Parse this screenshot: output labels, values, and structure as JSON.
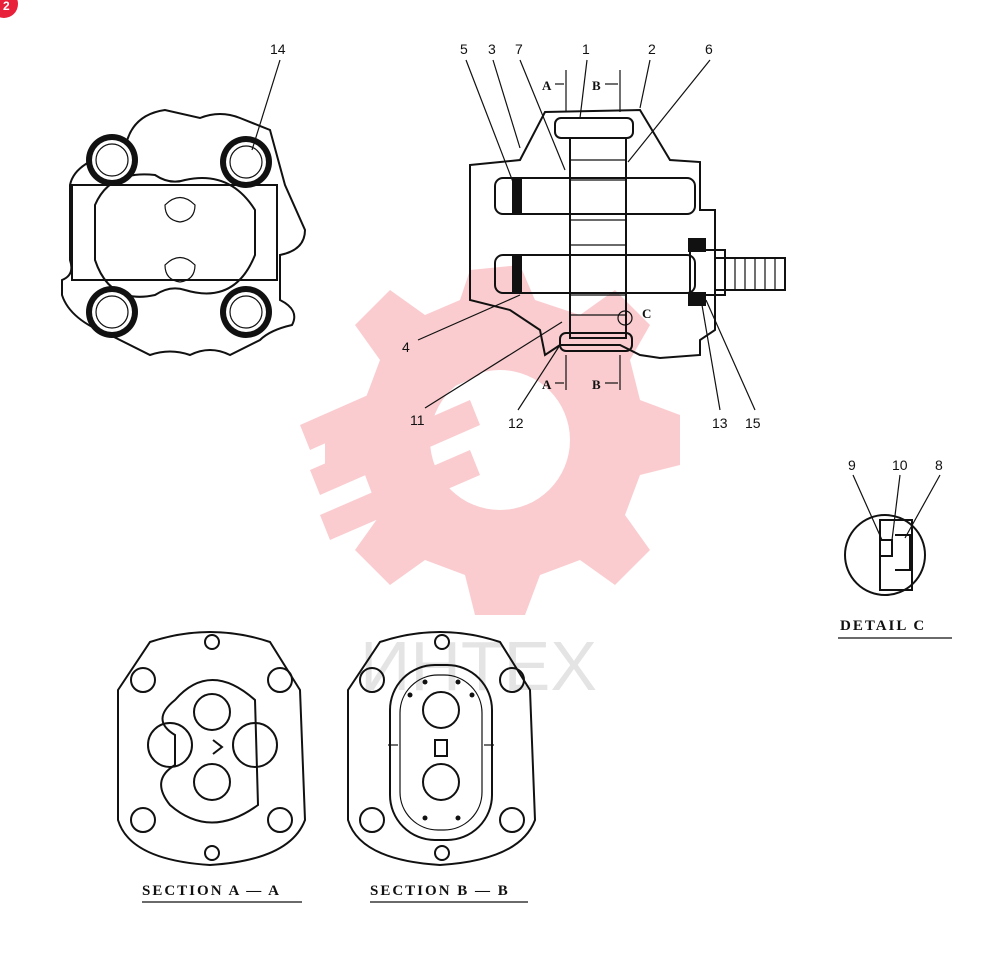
{
  "badge": {
    "label": "2",
    "color": "#e8203a"
  },
  "watermark": {
    "text": "ИНТЕХ",
    "color": "#f7a3a8"
  },
  "callouts": {
    "c1": "1",
    "c2": "2",
    "c3": "3",
    "c4": "4",
    "c5": "5",
    "c6": "6",
    "c7": "7",
    "c8": "8",
    "c9": "9",
    "c10": "10",
    "c11": "11",
    "c12": "12",
    "c13": "13",
    "c14": "14",
    "c15": "15"
  },
  "section_marks": {
    "a_top": "A",
    "b_top": "B",
    "a_bottom": "A",
    "b_bottom": "B",
    "c": "C"
  },
  "captions": {
    "detail_c": "DETAIL C",
    "section_aa": "SECTION A — A",
    "section_bb": "SECTION B — B"
  }
}
